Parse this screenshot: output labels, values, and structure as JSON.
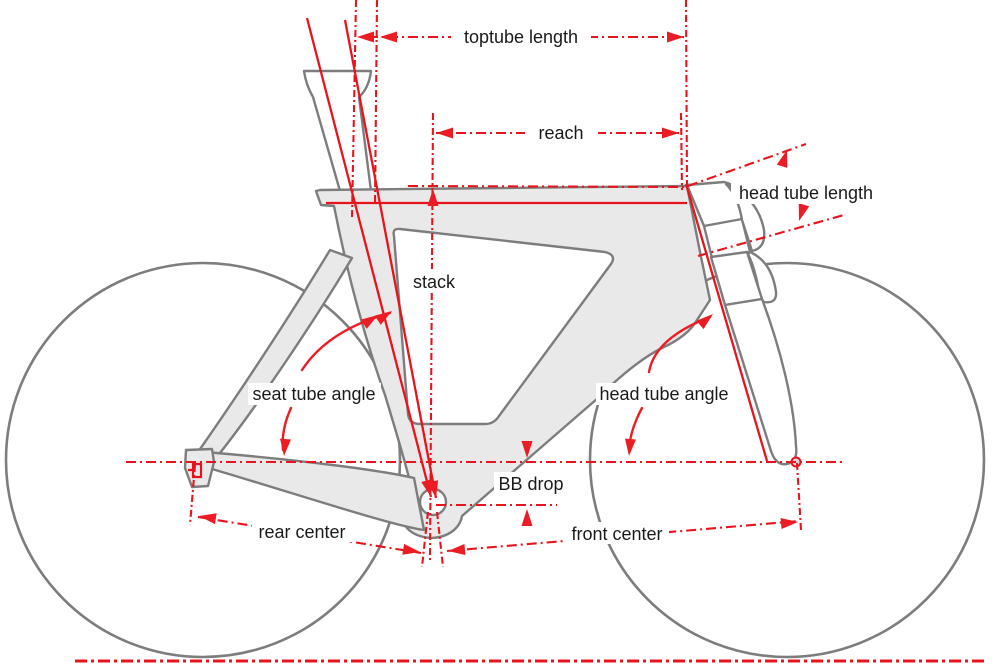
{
  "diagram": {
    "title": "bicycle-frame-geometry-diagram",
    "labels": {
      "toptube_length": "toptube length",
      "reach": "reach",
      "head_tube_length": "head tube length",
      "stack": "stack",
      "seat_tube_angle": "seat tube angle",
      "head_tube_angle": "head tube angle",
      "bb_drop": "BB drop",
      "rear_center": "rear center",
      "front_center": "front center"
    },
    "colors": {
      "annotation_red": "#e8141c",
      "arrow_red": "#ec1c24",
      "frame_fill": "#e9e9e9",
      "frame_outline": "#7d7d7d",
      "label_text": "#1a1a1a",
      "background": "#ffffff"
    }
  }
}
